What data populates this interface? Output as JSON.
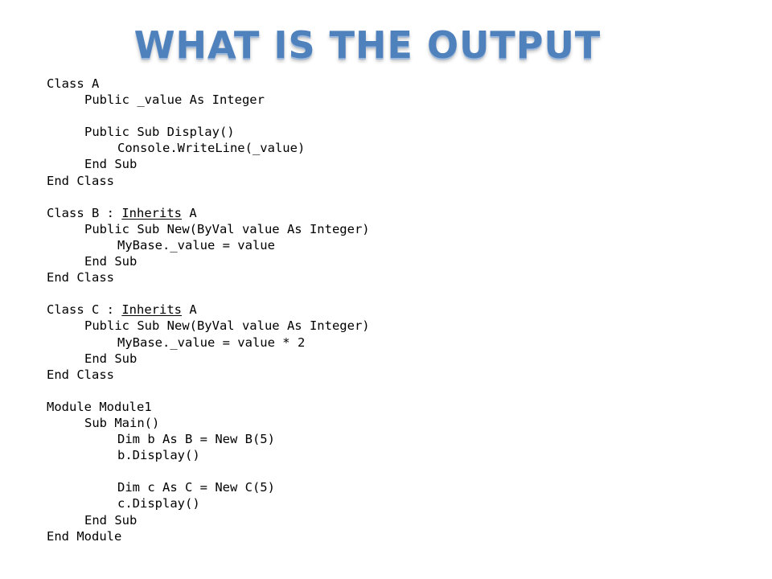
{
  "slide": {
    "title": "What is the output"
  },
  "code": {
    "lines": [
      "Class A",
      "Public _value As Integer",
      "",
      "Public Sub Display()",
      "Console.WriteLine(_value)",
      "End Sub",
      "End Class",
      "",
      "Class B : ",
      "Inherits",
      " A",
      "Public Sub New(ByVal value As Integer)",
      "MyBase._value = value",
      "End Sub",
      "End Class",
      "",
      "Class C : ",
      "Inherits",
      " A",
      "Public Sub New(ByVal value As Integer)",
      "MyBase._value = value * 2",
      "End Sub",
      "End Class",
      "",
      "Module Module1",
      "Sub Main()",
      "Dim b As B = New B(5)",
      "b.Display()",
      "",
      "Dim c As C = New C(5)",
      "c.Display()",
      "End Sub",
      "End Module"
    ]
  }
}
